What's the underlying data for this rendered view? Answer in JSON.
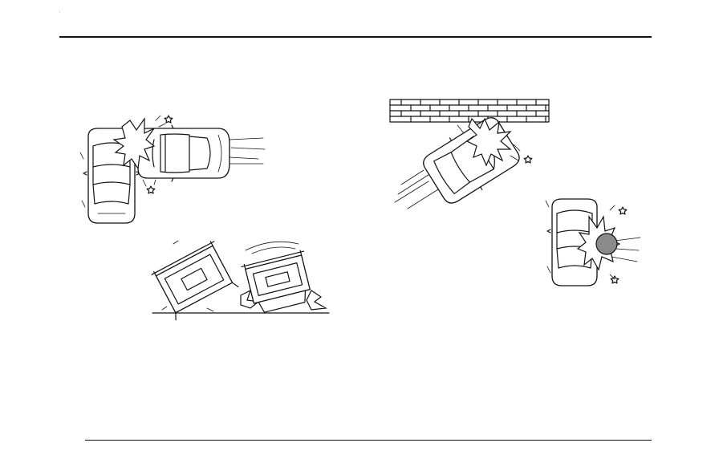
{
  "page": {
    "illustrations": [
      {
        "id": "side-impact",
        "description_icon": "side-collision-icon"
      },
      {
        "id": "rollover",
        "description_icon": "rollover-icon"
      },
      {
        "id": "wall-impact",
        "description_icon": "frontal-wall-collision-icon"
      },
      {
        "id": "pole-impact",
        "description_icon": "pole-collision-icon"
      }
    ]
  }
}
